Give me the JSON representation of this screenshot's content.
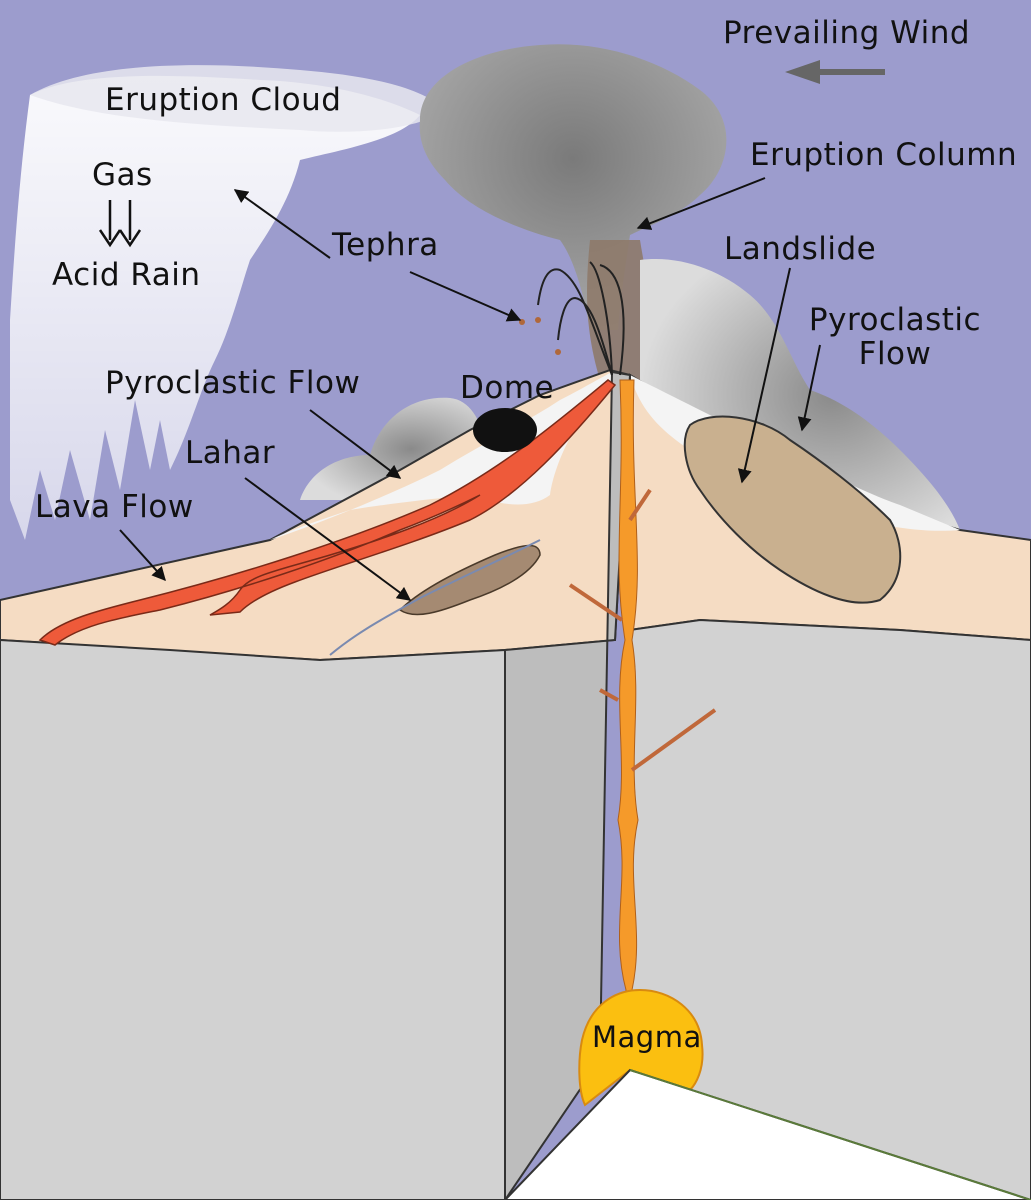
{
  "labels": {
    "prevailing_wind": "Prevailing Wind",
    "eruption_cloud": "Eruption Cloud",
    "gas": "Gas",
    "acid_rain": "Acid Rain",
    "tephra": "Tephra",
    "eruption_column": "Eruption Column",
    "landslide": "Landslide",
    "pyroclastic_flow_right": "Pyroclastic\nFlow",
    "pyroclastic_flow_left": "Pyroclastic Flow",
    "dome": "Dome",
    "lahar": "Lahar",
    "lava_flow": "Lava Flow",
    "magma": "Magma"
  },
  "colors": {
    "sky": "#9c9ccd",
    "block_face": "#d2d2d2",
    "ground": "#f5dcc3",
    "snow": "#f4f4f4",
    "lava": "#ee5a3a",
    "magma_conduit": "#f59a2a",
    "magma_chamber": "#fbbf10",
    "ash": "#8c8c8c",
    "landslide": "#c9b08f"
  }
}
